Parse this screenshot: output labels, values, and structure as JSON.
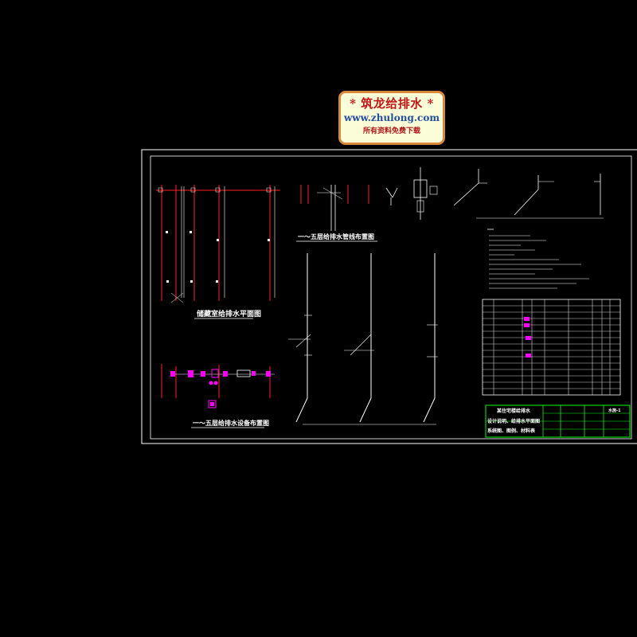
{
  "watermark": {
    "title": "* 筑龙给排水 *",
    "url": "www.zhulong.com",
    "tagline": "所有资料免费下载"
  },
  "drawing": {
    "plan_title": "储藏室给排水平面图",
    "system_title": "一～五层给排水管线布置图",
    "layout_title": "一～五层给排水设备布置图",
    "title_block": {
      "project": "某住宅楼给排水",
      "sheet_name_line1": "设计说明、给排水平面图",
      "sheet_name_line2": "系统图、图例、材料表",
      "drawing_no": "水施-1"
    }
  },
  "colors": {
    "background": "#000000",
    "lines": "#ffffff",
    "pipes": "#ff2020",
    "fixtures": "#ff00ff",
    "title_block": "#00ff00",
    "logo_border": "#d9893a"
  }
}
